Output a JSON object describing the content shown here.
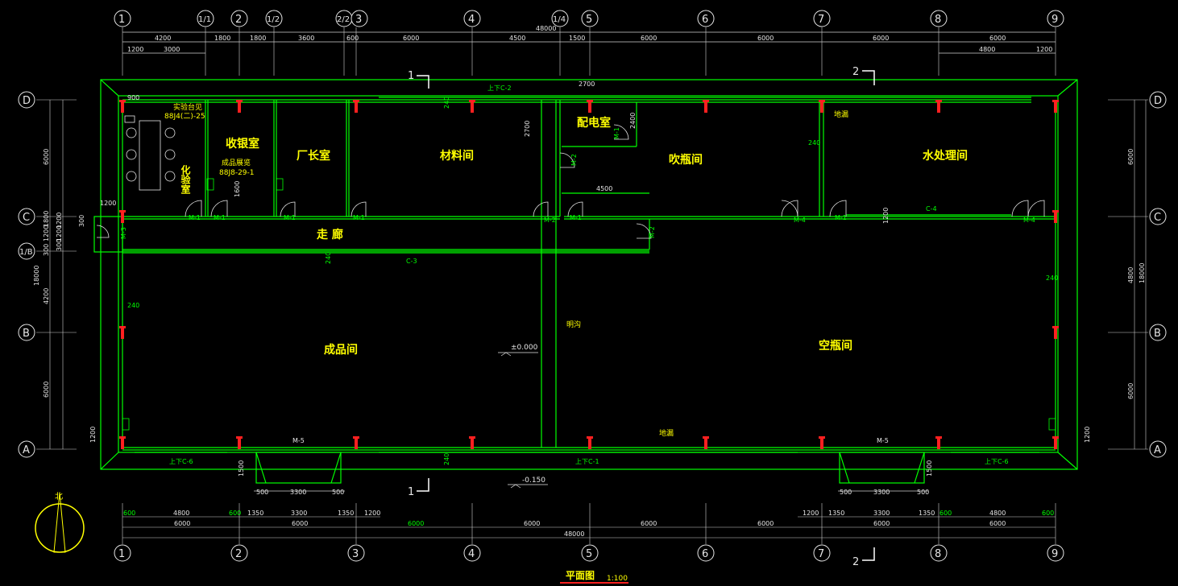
{
  "title": "平面图",
  "scale": "1:100",
  "axes_x_top": [
    "1",
    "1/1",
    "2",
    "1/2",
    "2/2",
    "3",
    "4",
    "1/4",
    "5",
    "6",
    "7",
    "8",
    "9"
  ],
  "axes_x_bottom": [
    "1",
    "2",
    "3",
    "4",
    "5",
    "6",
    "7",
    "8",
    "9"
  ],
  "axes_y": [
    "D",
    "C",
    "1/B",
    "B",
    "A"
  ],
  "dims": {
    "top_total": "48000",
    "top_row1": [
      "4200",
      "1800",
      "1800",
      "3600",
      "600",
      "6000",
      "4500",
      "1500",
      "6000",
      "6000",
      "6000",
      "6000"
    ],
    "top_row2_left": [
      "1200",
      "3000"
    ],
    "top_row2_right": [
      "4800",
      "1200"
    ],
    "bottom_row1_left": [
      "600",
      "4800",
      "600",
      "1350",
      "3300",
      "1350",
      "1200"
    ],
    "bottom_row1_right": [
      "1200",
      "1350",
      "3300",
      "1350",
      "600",
      "4800",
      "600"
    ],
    "bottom_row2": [
      "6000",
      "6000",
      "6000",
      "6000",
      "6000",
      "6000",
      "6000",
      "6000"
    ],
    "bottom_total": "48000",
    "left_vertical": [
      "6000",
      "1800",
      "1200",
      "300",
      "4200",
      "6000",
      "18000"
    ],
    "left_small": [
      "1200",
      "1200",
      "300",
      "300"
    ],
    "right_vertical": [
      "6000",
      "4800",
      "18000",
      "6000"
    ],
    "door_widths": [
      "500",
      "3300",
      "500"
    ],
    "door_widths_right": [
      "500",
      "3300",
      "500"
    ],
    "misc": [
      "2700",
      "2400",
      "2700",
      "1600",
      "4500",
      "900",
      "1200",
      "1500",
      "1500",
      "1200",
      "1200",
      "1200"
    ]
  },
  "rooms": {
    "lab": "化验室",
    "cashier": "收银室",
    "director": "厂长室",
    "material": "材料间",
    "power": "配电室",
    "blow": "吹瓶间",
    "water": "水处理间",
    "corridor": "走 廊",
    "finished": "成品间",
    "empty_bottle": "空瓶间"
  },
  "notes": {
    "lab_table": "实验台见",
    "lab_table_ref": "88J4(二)-25",
    "display": "成品展览",
    "display_ref": "88J8-29-1",
    "drain": "地漏",
    "drain2": "地漏",
    "trench": "明沟",
    "floor_level": "±0.000",
    "outdoor_level": "-0.150",
    "wall_240": "240",
    "upper_window_top": "上下C-2",
    "upper_window_bottom_left": "上下C-6",
    "upper_window_bottom_mid": "上下C-1",
    "upper_window_bottom_right": "上下C-6",
    "window_c3": "C-3",
    "window_c4": "C-4",
    "door_m1": "M-1",
    "door_m2": "M-2",
    "door_m3": "M-3",
    "door_m4": "M-4",
    "door_m5": "M-5",
    "section_1": "1",
    "section_2": "2"
  },
  "north_arrow": "北"
}
